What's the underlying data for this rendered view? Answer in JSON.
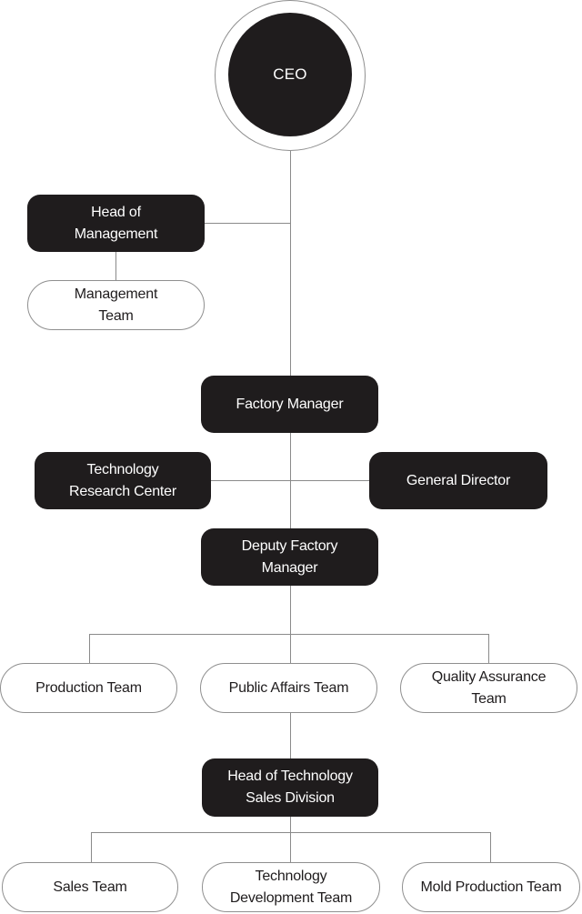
{
  "org_chart": {
    "ceo": "CEO",
    "head_of_management": "Head of Management",
    "management_team": "Management Team",
    "factory_manager": "Factory Manager",
    "technology_research_center": "Technology Research Center",
    "general_director": "General Director",
    "deputy_factory_manager": "Deputy Factory Manager",
    "production_team": "Production Team",
    "public_affairs_team": "Public Affairs Team",
    "quality_assurance_team": "Quality Assurance Team",
    "head_of_technology_sales_division": "Head of Technology Sales Division",
    "sales_team": "Sales Team",
    "technology_development_team": "Technology Development Team",
    "mold_production_team": "Mold Production Team"
  },
  "colors": {
    "dark_node": "#1f1c1d",
    "light_node_border": "#8f8f8f",
    "connector": "#8a8a8a"
  }
}
